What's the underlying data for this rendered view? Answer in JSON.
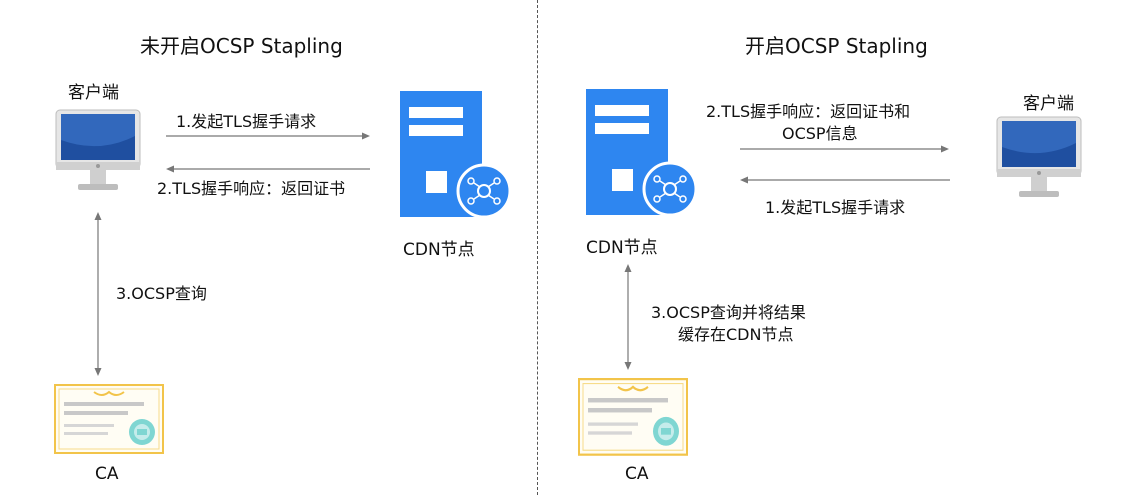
{
  "left": {
    "title": "未开启OCSP Stapling",
    "client_label": "客户端",
    "server_label": "CDN节点",
    "ca_label": "CA",
    "step1": "1.发起TLS握手请求",
    "step2": "2.TLS握手响应：返回证书",
    "step3": "3.OCSP查询"
  },
  "right": {
    "title": "开启OCSP Stapling",
    "client_label": "客户端",
    "server_label": "CDN节点",
    "ca_label": "CA",
    "step2_line1": "2.TLS握手响应：返回证书和",
    "step2_line2": "OCSP信息",
    "step1": "1.发起TLS握手请求",
    "step3_line1": "3.OCSP查询并将结果",
    "step3_line2": "缓存在CDN节点"
  },
  "colors": {
    "server_blue": "#2e86f0",
    "monitor_screen": "#1f4fa0",
    "cert_border": "#f2c44a",
    "cert_seal": "#7fd6d2",
    "arrow": "#777777"
  },
  "icons": [
    "computer-monitor-icon",
    "server-network-icon",
    "certificate-icon"
  ]
}
